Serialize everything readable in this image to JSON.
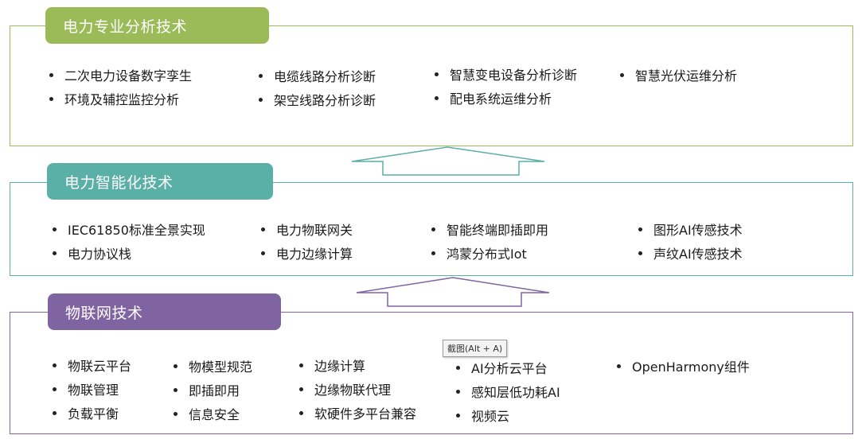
{
  "layers": [
    {
      "title": "电力专业分析技术",
      "color": "#9bbb59",
      "items": [
        "二次电力设备数字孪生",
        "环境及辅控监控分析",
        "电缆线路分析诊断",
        "架空线路分析诊断",
        "智慧变电设备分析诊断",
        "配电系统运维分析",
        "智慧光伏运维分析"
      ]
    },
    {
      "title": "电力智能化技术",
      "color": "#5aafa6",
      "items": [
        "IEC61850标准全景实现",
        "电力协议栈",
        "电力物联网关",
        "电力边缘计算",
        "智能终端即插即用",
        "鸿蒙分布式Iot",
        "图形AI传感技术",
        "声纹AI传感技术"
      ]
    },
    {
      "title": "物联网技术",
      "color": "#8064a2",
      "items": [
        "物联云平台",
        "物联管理",
        "负载平衡",
        "物模型规范",
        "即插即用",
        "信息安全",
        "边缘计算",
        "边缘物联代理",
        "软硬件多平台兼容",
        "AI分析云平台",
        "感知层低功耗AI",
        "视频云",
        "OpenHarmony组件"
      ]
    }
  ],
  "tooltip": "截图(Alt + A)"
}
